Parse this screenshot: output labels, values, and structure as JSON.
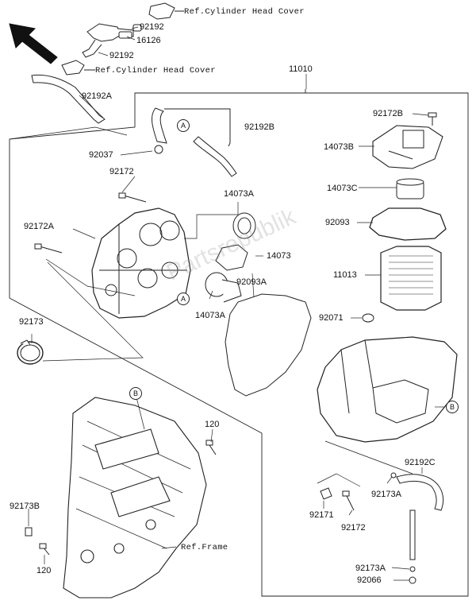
{
  "watermark": "Partsrepublik",
  "refs": {
    "cylinder_head_cover_1": "Ref.Cylinder Head Cover",
    "cylinder_head_cover_2": "Ref.Cylinder Head Cover",
    "frame": "Ref.Frame"
  },
  "parts": {
    "p92192_top": "92192",
    "p16126": "16126",
    "p92192_mid": "92192",
    "p92192A": "92192A",
    "p11010": "11010",
    "p92192B": "92192B",
    "p92037": "92037",
    "p92172B": "92172B",
    "p14073B": "14073B",
    "p92172": "92172",
    "p14073A": "14073A",
    "p14073C": "14073C",
    "p92093": "92093",
    "p92172A": "92172A",
    "p14073": "14073",
    "p11013": "11013",
    "p92093A": "92093A",
    "p14073A_2": "14073A",
    "p92071": "92071",
    "p92173": "92173",
    "p120_1": "120",
    "p92192C": "92192C",
    "p92173A": "92173A",
    "p92171": "92171",
    "p92172_2": "92172",
    "p92173B": "92173B",
    "p120_2": "120",
    "p92173A_2": "92173A",
    "p92066": "92066"
  },
  "markers": {
    "a": "A",
    "b": "B"
  }
}
